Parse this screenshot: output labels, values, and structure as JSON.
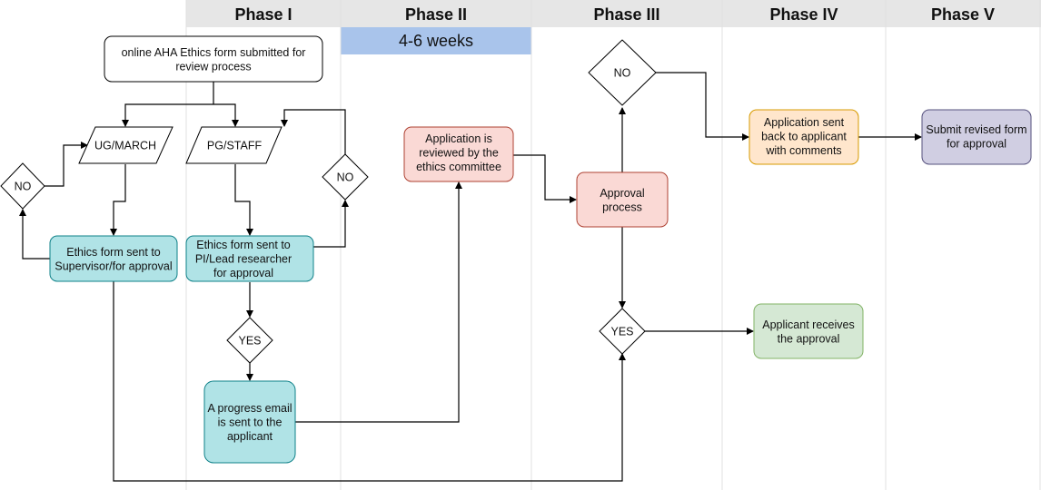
{
  "phases": [
    "Phase I",
    "Phase II",
    "Phase III",
    "Phase IV",
    "Phase V"
  ],
  "duration": "4-6 weeks",
  "nodes": {
    "submitted": {
      "lines": [
        "online AHA Ethics form submitted  for",
        "review process"
      ],
      "fill": "#ffffff",
      "stroke": "#000000"
    },
    "ug": {
      "lines": [
        "UG/MARCH"
      ]
    },
    "pg": {
      "lines": [
        "PG/STAFF"
      ]
    },
    "no_left": {
      "lines": [
        "NO"
      ]
    },
    "no_mid": {
      "lines": [
        "NO"
      ]
    },
    "supervisor": {
      "lines": [
        "Ethics form sent to",
        "Supervisor/for approval"
      ],
      "fill": "#b0e3e6",
      "stroke": "#0e8088"
    },
    "pi": {
      "lines": [
        "Ethics form sent to",
        "PI/Lead researcher",
        "for approval"
      ],
      "fill": "#b0e3e6",
      "stroke": "#0e8088"
    },
    "yes_left": {
      "lines": [
        "YES"
      ]
    },
    "email": {
      "lines": [
        "A progress email",
        "is sent to the",
        "applicant"
      ],
      "fill": "#b0e3e6",
      "stroke": "#0e8088"
    },
    "committee": {
      "lines": [
        "Application is",
        "reviewed by the",
        "ethics committee"
      ],
      "fill": "#fad9d5",
      "stroke": "#ae4132"
    },
    "approval_process": {
      "lines": [
        "Approval",
        "process"
      ],
      "fill": "#fad9d5",
      "stroke": "#ae4132"
    },
    "no_top": {
      "lines": [
        "NO"
      ]
    },
    "yes_right": {
      "lines": [
        "YES"
      ]
    },
    "sent_back": {
      "lines": [
        "Application sent",
        "back to  applicant",
        "with comments"
      ],
      "fill": "#ffe6cc",
      "stroke": "#d79b00"
    },
    "receives": {
      "lines": [
        "Applicant receives",
        "the approval"
      ],
      "fill": "#d5e8d4",
      "stroke": "#82b366"
    },
    "revised": {
      "lines": [
        "Submit revised form",
        "for approval"
      ],
      "fill": "#d0cee2",
      "stroke": "#56517e"
    }
  },
  "colors": {
    "header_band": "#e6e6e6",
    "duration_band": "#a9c4eb",
    "lane_divider": "#e0e0e0"
  }
}
